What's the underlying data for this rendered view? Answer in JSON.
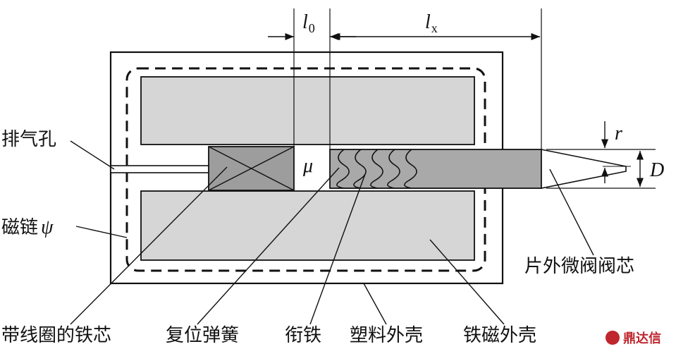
{
  "labels": {
    "exhaust_hole": "排气孔",
    "flux_linkage": "磁链",
    "flux_symbol": "ψ",
    "core_with_coil": "带线圈的铁芯",
    "return_spring": "复位弹簧",
    "armature": "衔铁",
    "plastic_shell": "塑料外壳",
    "magnetic_shell": "铁磁外壳",
    "valve_core": "片外微阀阀芯"
  },
  "symbols": {
    "l0_main": "l",
    "l0_sub": "0",
    "lx_main": "l",
    "lx_sub": "x",
    "mu": "μ",
    "r": "r",
    "D": "D"
  },
  "watermark": {
    "text": "鼎达信",
    "icon": "brand-logo-icon"
  },
  "colors": {
    "shell_fill": "#ffffff",
    "block_fill": "#d6d6d6",
    "core_fill": "#9d9d9d",
    "line": "#111111",
    "watermark": "#c0262d"
  }
}
